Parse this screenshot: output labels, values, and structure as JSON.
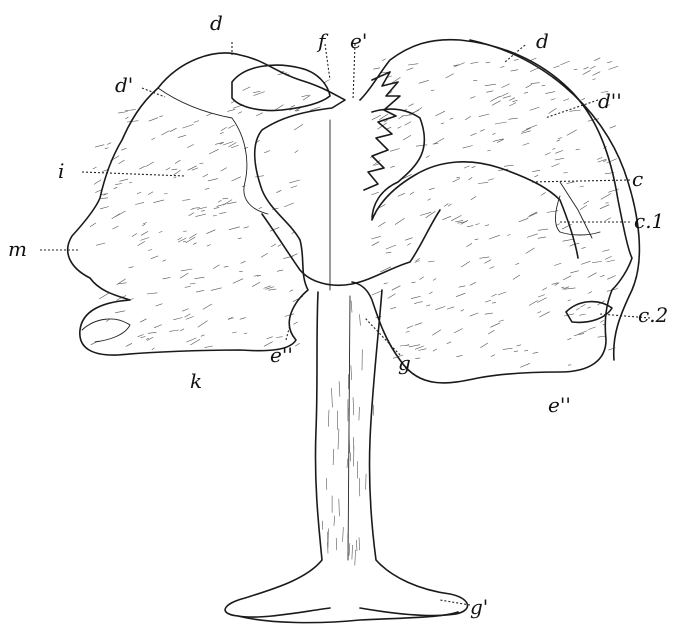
{
  "figure": {
    "labels": {
      "d_left": "d",
      "d_prime": "d'",
      "f": "f",
      "e_prime": "e'",
      "d_right": "d",
      "d_double_prime": "d''",
      "i": "i",
      "c": "c",
      "c1": "c.1",
      "m": "m",
      "c2": "c.2",
      "e_double_prime_left": "e''",
      "k": "k",
      "g": "g",
      "e_double_prime_right": "e''",
      "g_prime": "g'"
    }
  }
}
